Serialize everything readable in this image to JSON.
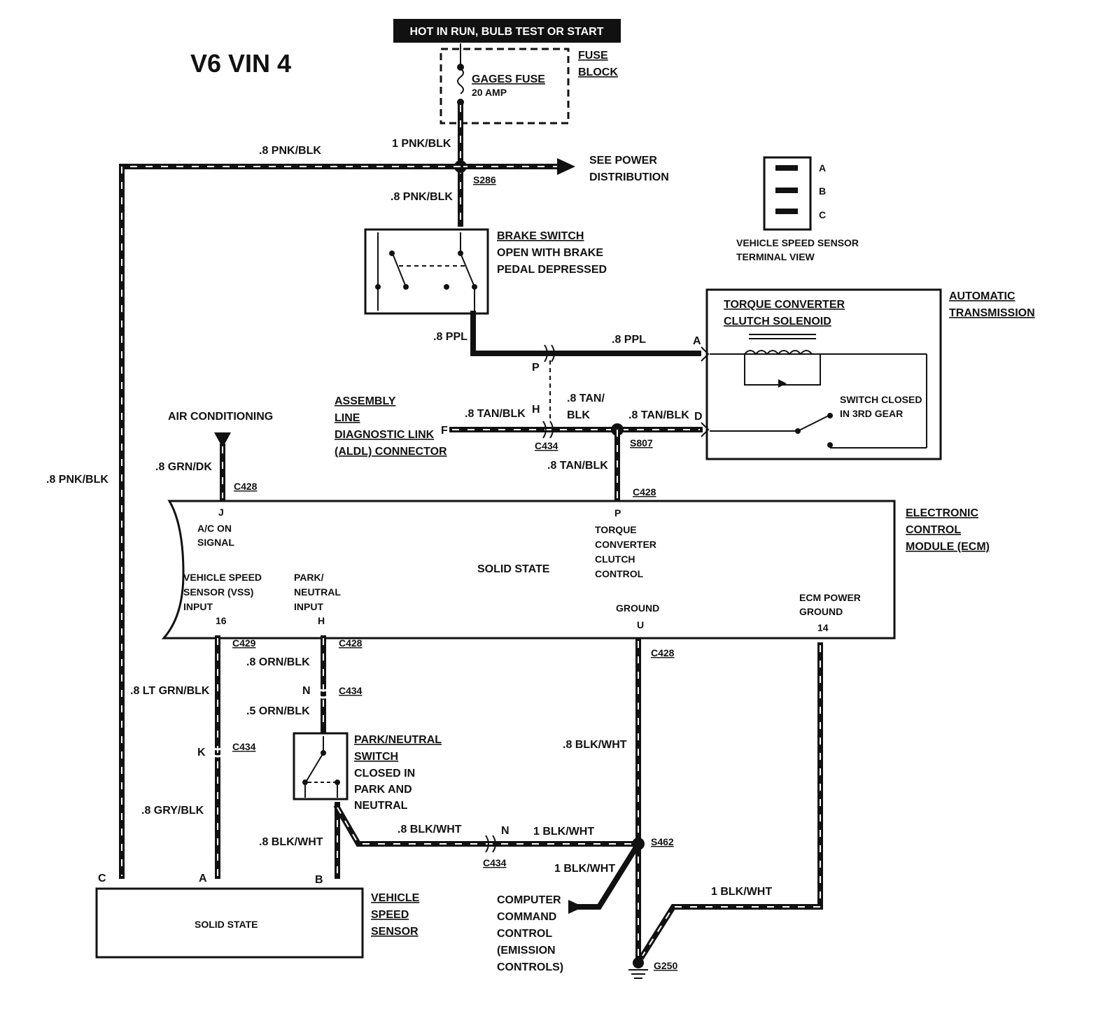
{
  "title": "V6 VIN 4",
  "top_banner": "HOT IN RUN, BULB TEST OR START",
  "fuse_block": {
    "label_1": "FUSE",
    "label_2": "BLOCK",
    "fuse_name": "GAGES FUSE",
    "fuse_rating": "20 AMP"
  },
  "splices": {
    "s286": "S286",
    "s807": "S807",
    "s462": "S462"
  },
  "see_power": {
    "line1": "SEE POWER",
    "line2": "DISTRIBUTION"
  },
  "wires": {
    "pnk_blk_1": "1 PNK/BLK",
    "pnk_blk_08_top": ".8 PNK/BLK",
    "pnk_blk_08_down": ".8 PNK/BLK",
    "pnk_blk_08_left": ".8 PNK/BLK",
    "ppl_left": ".8 PPL",
    "ppl_right": ".8 PPL",
    "tan_blk_aldl": ".8 TAN/BLK",
    "tan_blk_mid_1": ".8 TAN/",
    "tan_blk_mid_2": "BLK",
    "tan_blk_right": ".8 TAN/BLK",
    "tan_blk_down": ".8 TAN/BLK",
    "grn_dk": ".8 GRN/DK",
    "orn_blk_08": ".8 ORN/BLK",
    "orn_blk_05": ".5 ORN/BLK",
    "lt_grn_blk": ".8 LT GRN/BLK",
    "gry_blk": ".8 GRY/BLK",
    "blk_wht_08_vss": ".8 BLK/WHT",
    "blk_wht_08_mid": ".8 BLK/WHT",
    "blk_wht_1_a": "1 BLK/WHT",
    "blk_wht_1_b": "1 BLK/WHT",
    "blk_wht_08_gnd": ".8 BLK/WHT",
    "blk_wht_1_right": "1 BLK/WHT"
  },
  "brake_switch": {
    "line1": "BRAKE SWITCH",
    "line2": "OPEN WITH BRAKE",
    "line3": "PEDAL DEPRESSED"
  },
  "vss_terminal": {
    "pin_a": "A",
    "pin_b": "B",
    "pin_c": "C",
    "line1": "VEHICLE SPEED SENSOR",
    "line2": "TERMINAL VIEW"
  },
  "transmission": {
    "label_1": "AUTOMATIC",
    "label_2": "TRANSMISSION",
    "tcc_1": "TORQUE CONVERTER",
    "tcc_2": "CLUTCH SOLENOID",
    "sw_1": "SWITCH CLOSED",
    "sw_2": "IN 3RD GEAR",
    "pin_a": "A",
    "pin_d": "D"
  },
  "aldl": {
    "line1": "ASSEMBLY",
    "line2": "LINE",
    "line3": "DIAGNOSTIC LINK",
    "line4": "(ALDL) CONNECTOR",
    "pin_f": "F"
  },
  "connectors": {
    "p": "P",
    "h": "H",
    "c434_a": "C434",
    "c428_a": "C428",
    "c428_b": "C428",
    "c429": "C429",
    "c428_c": "C428",
    "c428_d": "C428",
    "n_top": "N",
    "c434_b": "C434",
    "k": "K",
    "c434_c": "C434",
    "n_bot": "N",
    "c434_d": "C434"
  },
  "air_conditioning": "AIR CONDITIONING",
  "ecm": {
    "label_1": "ELECTRONIC",
    "label_2": "CONTROL",
    "label_3": "MODULE (ECM)",
    "pin_j": "J",
    "ac_1": "A/C ON",
    "ac_2": "SIGNAL",
    "pin_p": "P",
    "tcc_1": "TORQUE",
    "tcc_2": "CONVERTER",
    "tcc_3": "CLUTCH",
    "tcc_4": "CONTROL",
    "solid_state": "SOLID STATE",
    "vss_1": "VEHICLE SPEED",
    "vss_2": "SENSOR (VSS)",
    "vss_3": "INPUT",
    "pin_16": "16",
    "pn_1": "PARK/",
    "pn_2": "NEUTRAL",
    "pn_3": "INPUT",
    "pin_h": "H",
    "gnd": "GROUND",
    "pin_u": "U",
    "pg_1": "ECM POWER",
    "pg_2": "GROUND",
    "pin_14": "14"
  },
  "park_neutral_switch": {
    "line1": "PARK/NEUTRAL",
    "line2": "SWITCH",
    "line3": "CLOSED IN",
    "line4": "PARK AND",
    "line5": "NEUTRAL"
  },
  "vss": {
    "solid_state": "SOLID STATE",
    "line1": "VEHICLE",
    "line2": "SPEED",
    "line3": "SENSOR",
    "pin_c": "C",
    "pin_a": "A",
    "pin_b": "B"
  },
  "ccc": {
    "line1": "COMPUTER",
    "line2": "COMMAND",
    "line3": "CONTROL",
    "line4": "(EMISSION",
    "line5": "CONTROLS)"
  },
  "ground": "G250"
}
